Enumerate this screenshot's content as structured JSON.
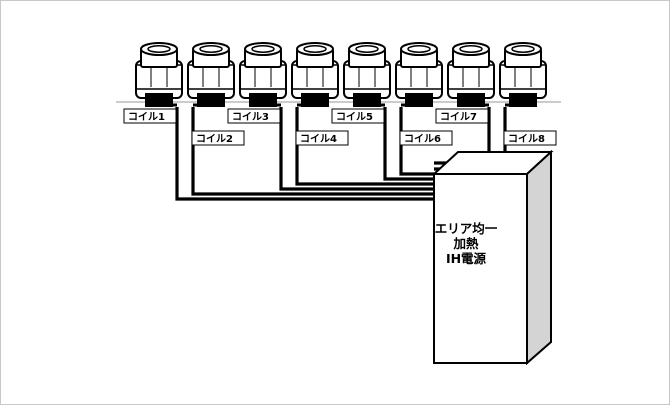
{
  "diagram": {
    "coils": [
      {
        "label": "コイル1"
      },
      {
        "label": "コイル2"
      },
      {
        "label": "コイル3"
      },
      {
        "label": "コイル4"
      },
      {
        "label": "コイル5"
      },
      {
        "label": "コイル6"
      },
      {
        "label": "コイル7"
      },
      {
        "label": "コイル8"
      }
    ],
    "power_supply": {
      "lines": [
        "エリア均一",
        "加熱",
        "IH電源"
      ]
    },
    "colors": {
      "stroke": "#000000",
      "pipe_fill": "#ffffff",
      "box_side": "#d4d4d4",
      "wire": "#000000"
    }
  }
}
